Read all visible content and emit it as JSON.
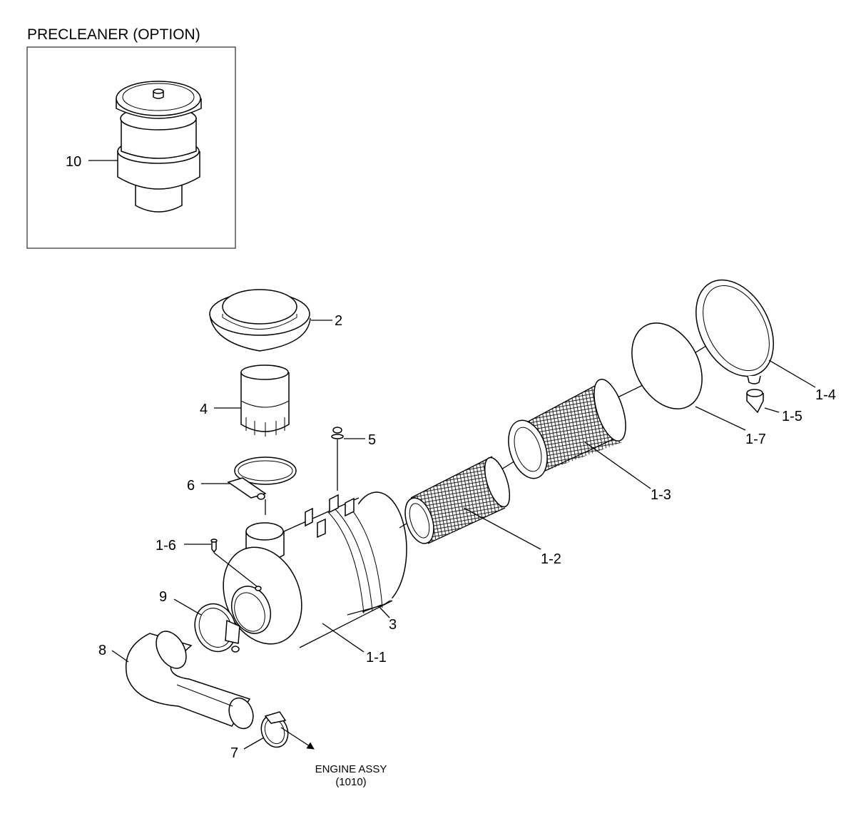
{
  "inset": {
    "title": "PRECLEANER (OPTION)"
  },
  "callouts": {
    "c10": "10",
    "c2": "2",
    "c4": "4",
    "c5": "5",
    "c6": "6",
    "c1_6": "1-6",
    "c9": "9",
    "c8": "8",
    "c7": "7",
    "c3": "3",
    "c1_1": "1-1",
    "c1_2": "1-2",
    "c1_3": "1-3",
    "c1_7": "1-7",
    "c1_4": "1-4",
    "c1_5": "1-5"
  },
  "destination": {
    "line1": "ENGINE ASSY",
    "line2": "(1010)"
  },
  "icons": [
    "arrow-icon"
  ]
}
